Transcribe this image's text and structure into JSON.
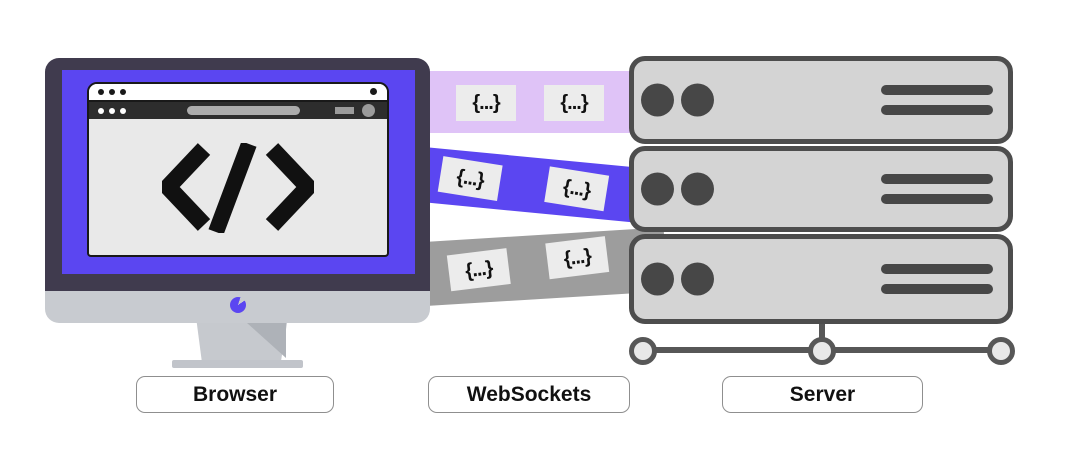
{
  "diagram": {
    "labels": {
      "browser": "Browser",
      "websockets": "WebSockets",
      "server": "Server"
    },
    "packet_label": "{...}",
    "colors": {
      "accent_violet": "#5B46F1",
      "pipe_lavender": "#DFC3F7",
      "pipe_gray": "#9D9D9D",
      "packet_fill": "#ECECEC",
      "monitor_bezel": "#403B4E",
      "server_fill": "#D4D4D4",
      "server_stroke": "#4D4D4D",
      "network_line": "#575757"
    }
  }
}
